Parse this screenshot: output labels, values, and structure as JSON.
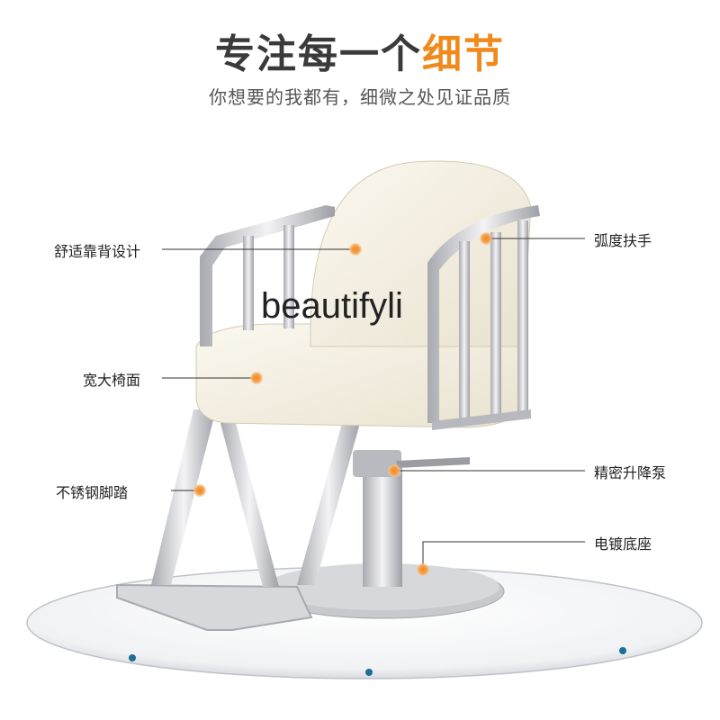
{
  "header": {
    "title_main": "专注每一个",
    "title_highlight": "细节",
    "subtitle": "你想要的我都有，细微之处见证品质"
  },
  "callouts": {
    "backrest": "舒适靠背设计",
    "armrest": "弧度扶手",
    "seat": "宽大椅面",
    "footrest": "不锈钢脚踏",
    "pump": "精密升降泵",
    "base": "电镀底座"
  },
  "watermark": "beautifyli",
  "colors": {
    "accent": "#f08a1c",
    "text": "#222222",
    "chrome": "#c9c9cc",
    "cushion": "#f4efe2"
  }
}
